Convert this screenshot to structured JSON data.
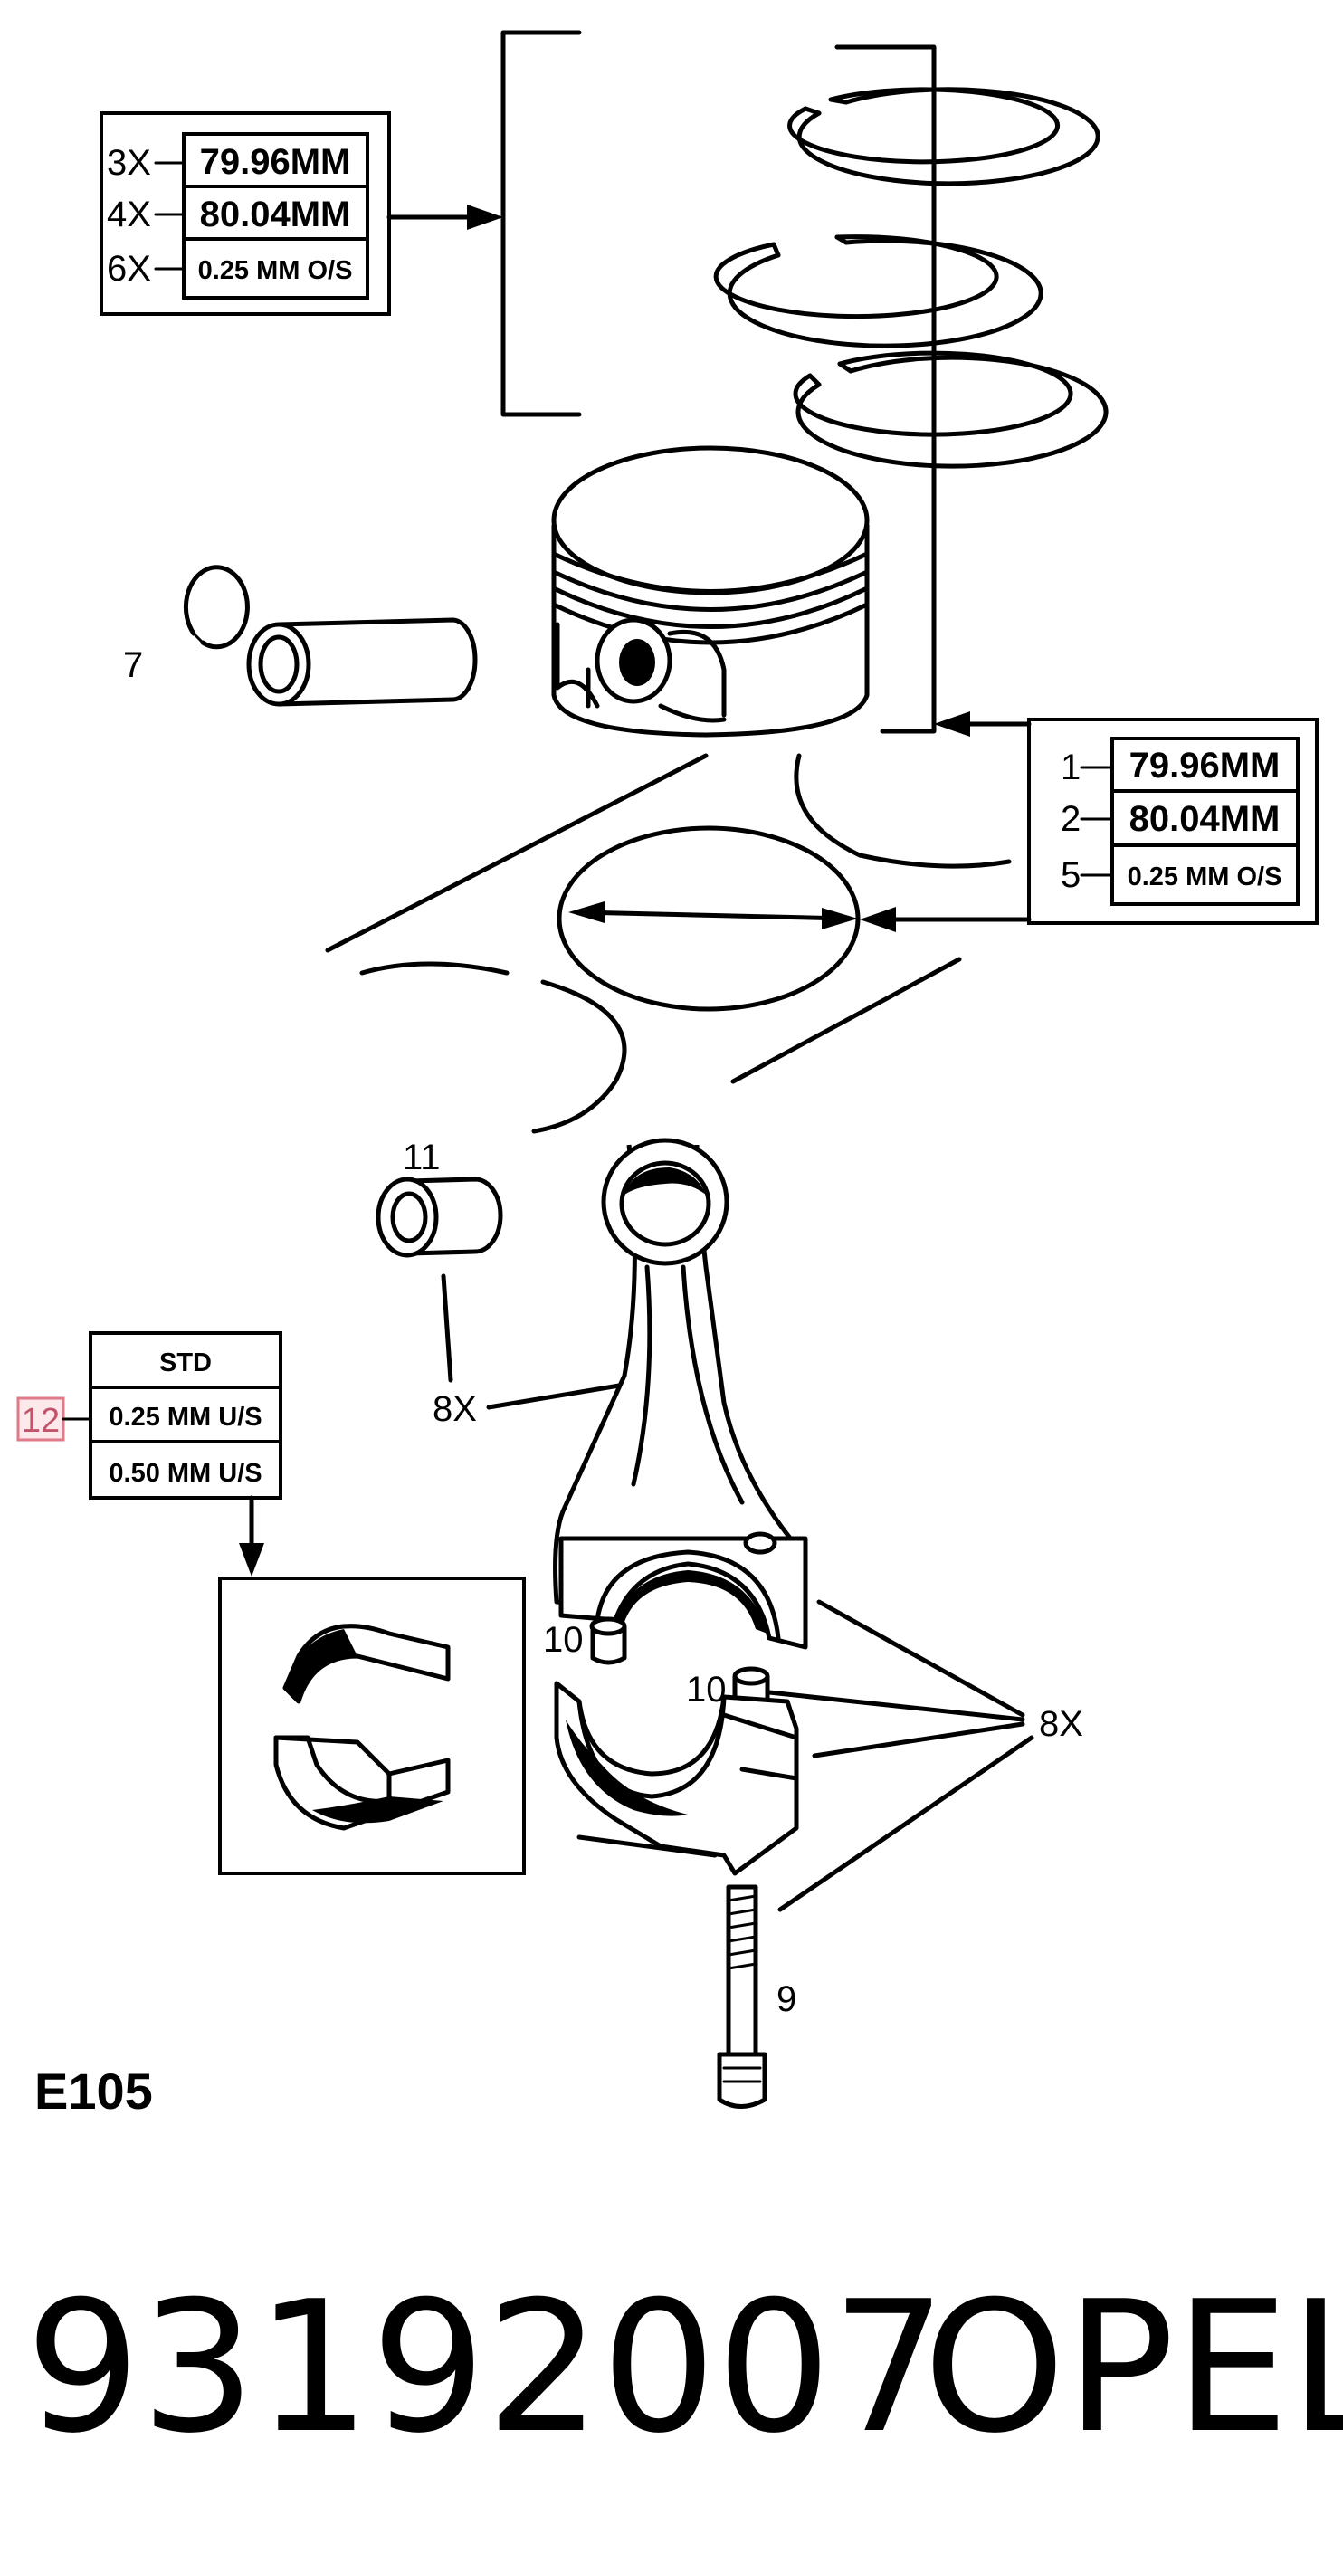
{
  "top_spec_box": {
    "rows": [
      {
        "qty": "3X",
        "value": "79.96MM"
      },
      {
        "qty": "4X",
        "value": "80.04MM"
      },
      {
        "qty": "6X",
        "value": "0.25 MM O/S"
      }
    ]
  },
  "right_spec_box": {
    "rows": [
      {
        "qty": "1",
        "value": "79.96MM"
      },
      {
        "qty": "2",
        "value": "80.04MM"
      },
      {
        "qty": "5",
        "value": "0.25 MM O/S"
      }
    ]
  },
  "bearing_box": {
    "ref": "12",
    "rows": [
      "STD",
      "0.25 MM U/S",
      "0.50 MM U/S"
    ]
  },
  "callouts": {
    "circlip": "7",
    "bushing": "11",
    "conrod_qty": "8X",
    "sleeve_upper": "10",
    "sleeve_lower": "10",
    "cap_qty": "8X",
    "bolt": "9"
  },
  "diagram_code": "E105",
  "footer": {
    "part_number": "93192007",
    "brand": "OPEL"
  }
}
